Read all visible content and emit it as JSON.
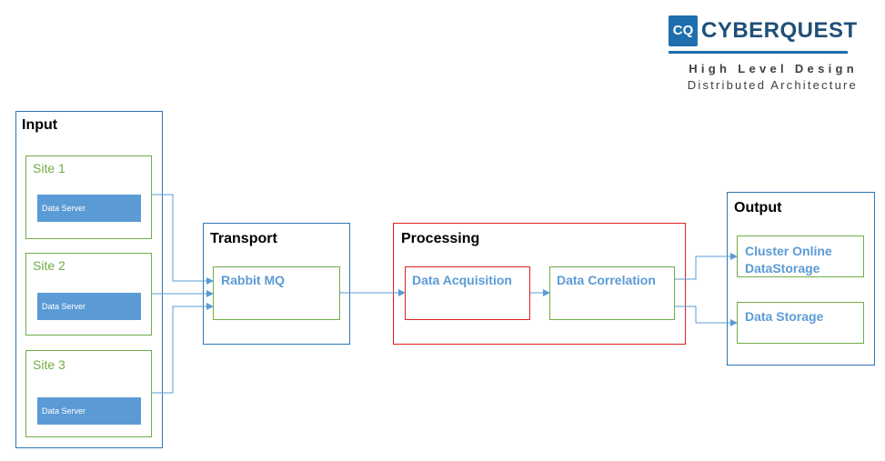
{
  "header": {
    "logo_badge": "CQ",
    "logo_text": "CYBERQUEST",
    "subtitle_line1": "High Level Design",
    "subtitle_line2": "Distributed Architecture"
  },
  "input": {
    "title": "Input",
    "sites": [
      {
        "label": "Site 1",
        "server": "Data Server"
      },
      {
        "label": "Site 2",
        "server": "Data Server"
      },
      {
        "label": "Site 3",
        "server": "Data Server"
      }
    ]
  },
  "transport": {
    "title": "Transport",
    "node": "Rabbit MQ"
  },
  "processing": {
    "title": "Processing",
    "acquisition": "Data Acquisition",
    "correlation": "Data Correlation"
  },
  "output": {
    "title": "Output",
    "cluster_line1": "Cluster Online",
    "cluster_line2": "DataStorage",
    "storage": "Data Storage"
  },
  "colors": {
    "blue_border": "#2e75b6",
    "red_border": "#e02020",
    "green_border": "#70ad47",
    "server_fill": "#5b9bd5",
    "connector": "#5b9bd5"
  }
}
